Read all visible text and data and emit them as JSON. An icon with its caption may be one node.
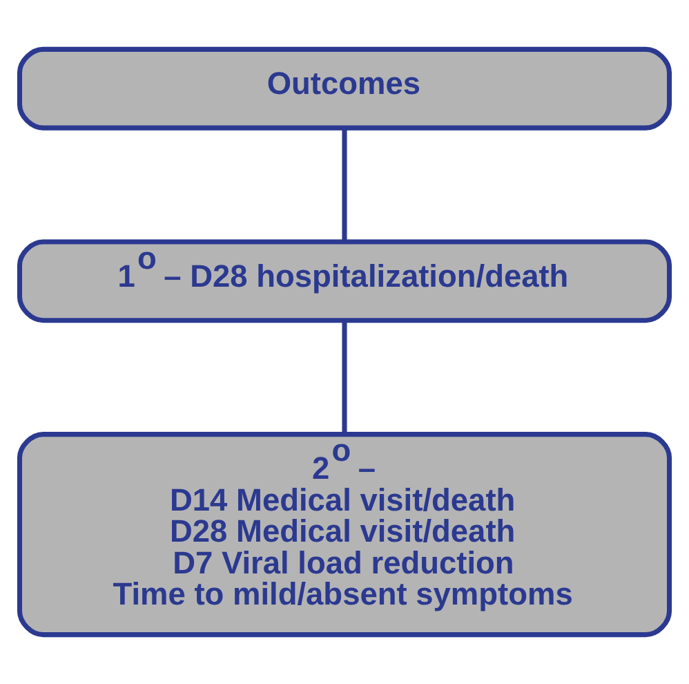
{
  "diagram": {
    "nodes": [
      {
        "text": [
          "Outcomes"
        ]
      },
      {
        "text": [
          "1$^{o}$ – D28 hospitalization/death"
        ]
      },
      {
        "text": [
          "2$^{o}$ –",
          "D14 Medical visit/death",
          "D28 Medical visit/death",
          "D7 Viral load reduction",
          "Time to mild/absent symptoms"
        ]
      }
    ],
    "edges": [
      {
        "from": 0,
        "to": 1,
        "arrow": "none"
      },
      {
        "from": 1,
        "to": 2,
        "arrow": "none"
      }
    ]
  }
}
